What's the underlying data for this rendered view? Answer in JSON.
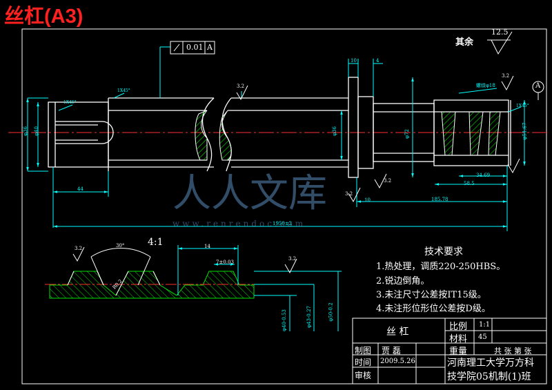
{
  "drawing": {
    "title": "丝杠(A3)",
    "rest_label": "其余",
    "rest_roughness": "12.5",
    "gtol_value": "0.01",
    "gtol_datum": "A",
    "datum_label": "A",
    "detail_scale": "4:1",
    "watermark_text": "人人文库",
    "watermark_url": "www.renrendoc.com"
  },
  "dimensions": {
    "chamfer_left": "1X45°",
    "chamfer_mid": "1X45°",
    "chamfer_right": "1X45°",
    "ra_a": "3.2",
    "ra_b": "3.2",
    "ra_c": "3.2",
    "ra_d": "3.2",
    "ra_e": "3.2",
    "ra_f": "3.2",
    "dia_left_outer": "φ36",
    "dia_left_inner": "φ40",
    "dia_mid": "φ36",
    "dia_flange": "φ72",
    "dia_right": "φ51.67",
    "len_44": "44",
    "len_10a": "10",
    "len_4": "4",
    "len_10b": "10",
    "len_185": "185.78",
    "len_total": "1950±2",
    "len_34": "34.69",
    "len_58": "58.5",
    "hole_label": "螺纹φ18",
    "thread_angle": "30°",
    "thread_pitch": "14",
    "thread_crest": "7±0.03",
    "thread_root": "R0.2",
    "dia_major": "φ50-0.2",
    "dia_pitch": "φ43-0.27",
    "dia_minor": "φ40-0.53"
  },
  "tech_requirements": {
    "title": "技术要求",
    "items": [
      "1.热处理，调质220-250HBS。",
      "2.锐边倒角。",
      "3.未注尺寸公差按IT15级。",
      "4.未注形位形位公差按D级。"
    ]
  },
  "title_block": {
    "part_name": "丝 杠",
    "scale_label": "比例",
    "scale_value": "1:1",
    "material_label": "材料",
    "material_value": "45",
    "weight_label": "重量",
    "sheets": "共 张 第 张",
    "drawn_label": "制图",
    "drawn_by": "贾 磊",
    "date_label": "时间",
    "date_value": "2009.5.26",
    "review_label": "审核",
    "school_line1": "河南理工大学万方科",
    "school_line2": "技学院05机制(1)班"
  },
  "colors": {
    "outline": "#ffffff",
    "center_line": "#ff3030",
    "dimension": "#00ffff",
    "hatch": "#00e000",
    "title": "#ff2020"
  }
}
